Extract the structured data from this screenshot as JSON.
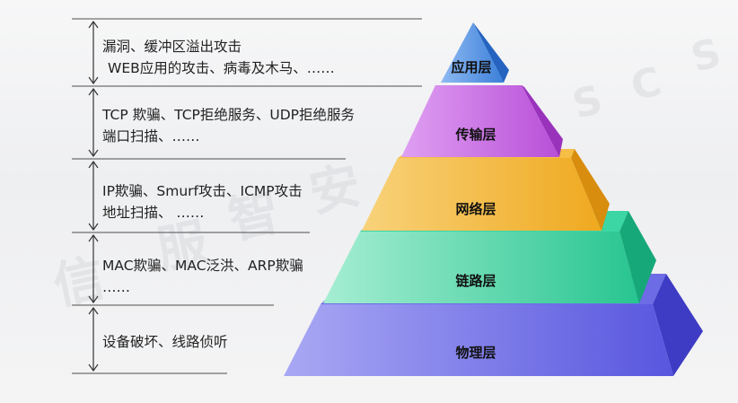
{
  "watermark": {
    "left": [
      "信",
      "服",
      "智",
      "安"
    ],
    "right": [
      "S",
      "C",
      "S"
    ]
  },
  "layers": [
    {
      "name": "应用层",
      "description": [
        "漏洞、缓冲区溢出攻击",
        "WEB应用的攻击、病毒及木马、……"
      ]
    },
    {
      "name": "传输层",
      "description": [
        "TCP 欺骗、TCP拒绝服务、UDP拒绝服务",
        "端口扫描、……"
      ]
    },
    {
      "name": "网络层",
      "description": [
        "IP欺骗、Smurf攻击、ICMP攻击",
        "地址扫描、 ……"
      ]
    },
    {
      "name": "链路层",
      "description": [
        "MAC欺骗、MAC泛洪、ARP欺骗",
        "……"
      ]
    },
    {
      "name": "物理层",
      "description": [
        "设备破坏、线路侦听"
      ]
    }
  ],
  "colors": {
    "application": "#3b7fd9",
    "transport": "#b84fd8",
    "network": "#f2b12e",
    "link": "#2fcf9a",
    "physical": "#5f5de0"
  }
}
